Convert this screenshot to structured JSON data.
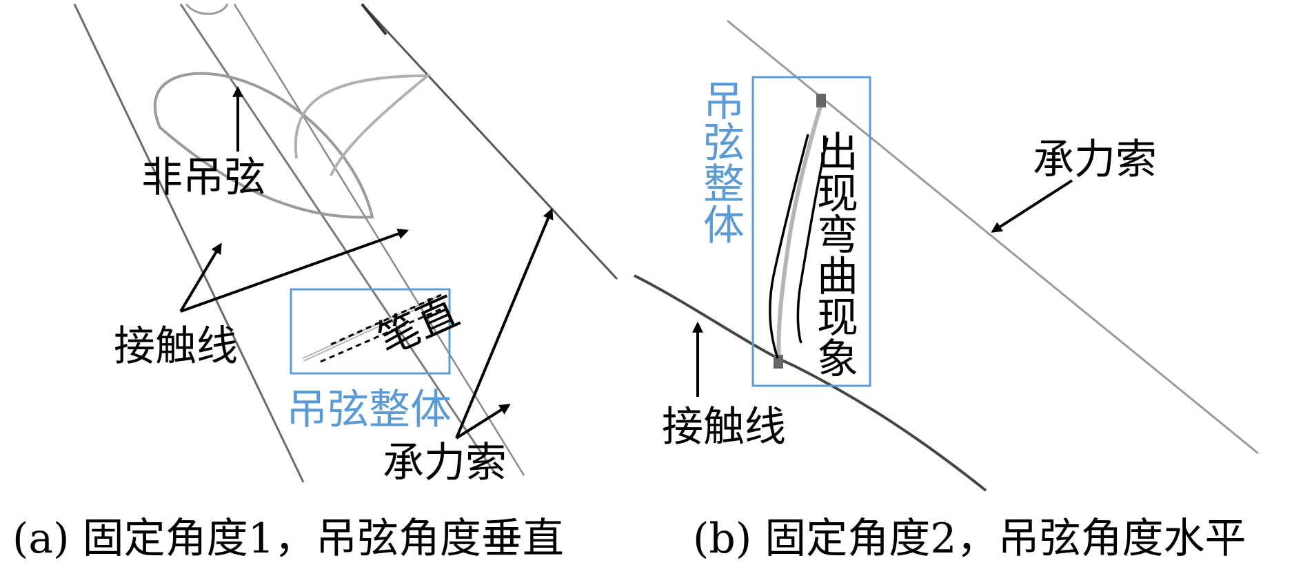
{
  "panel_a": {
    "label_non_dropper": "非吊弦",
    "label_contact_wire": "接触线",
    "label_straight": "笔直",
    "label_dropper_whole": "吊弦整体",
    "label_messenger": "承力索",
    "caption": "(a) 固定角度1，吊弦角度垂直"
  },
  "panel_b": {
    "label_dropper_whole": "吊弦整体",
    "label_bending": "出现弯曲现象",
    "label_messenger": "承力索",
    "label_contact_wire": "接触线",
    "caption": "(b) 固定角度2，吊弦角度水平"
  },
  "colors": {
    "accent_blue": "#5b9bd5",
    "wire_gray": "#555555",
    "wire_light": "#b5b5b5",
    "arrow": "#000000"
  }
}
